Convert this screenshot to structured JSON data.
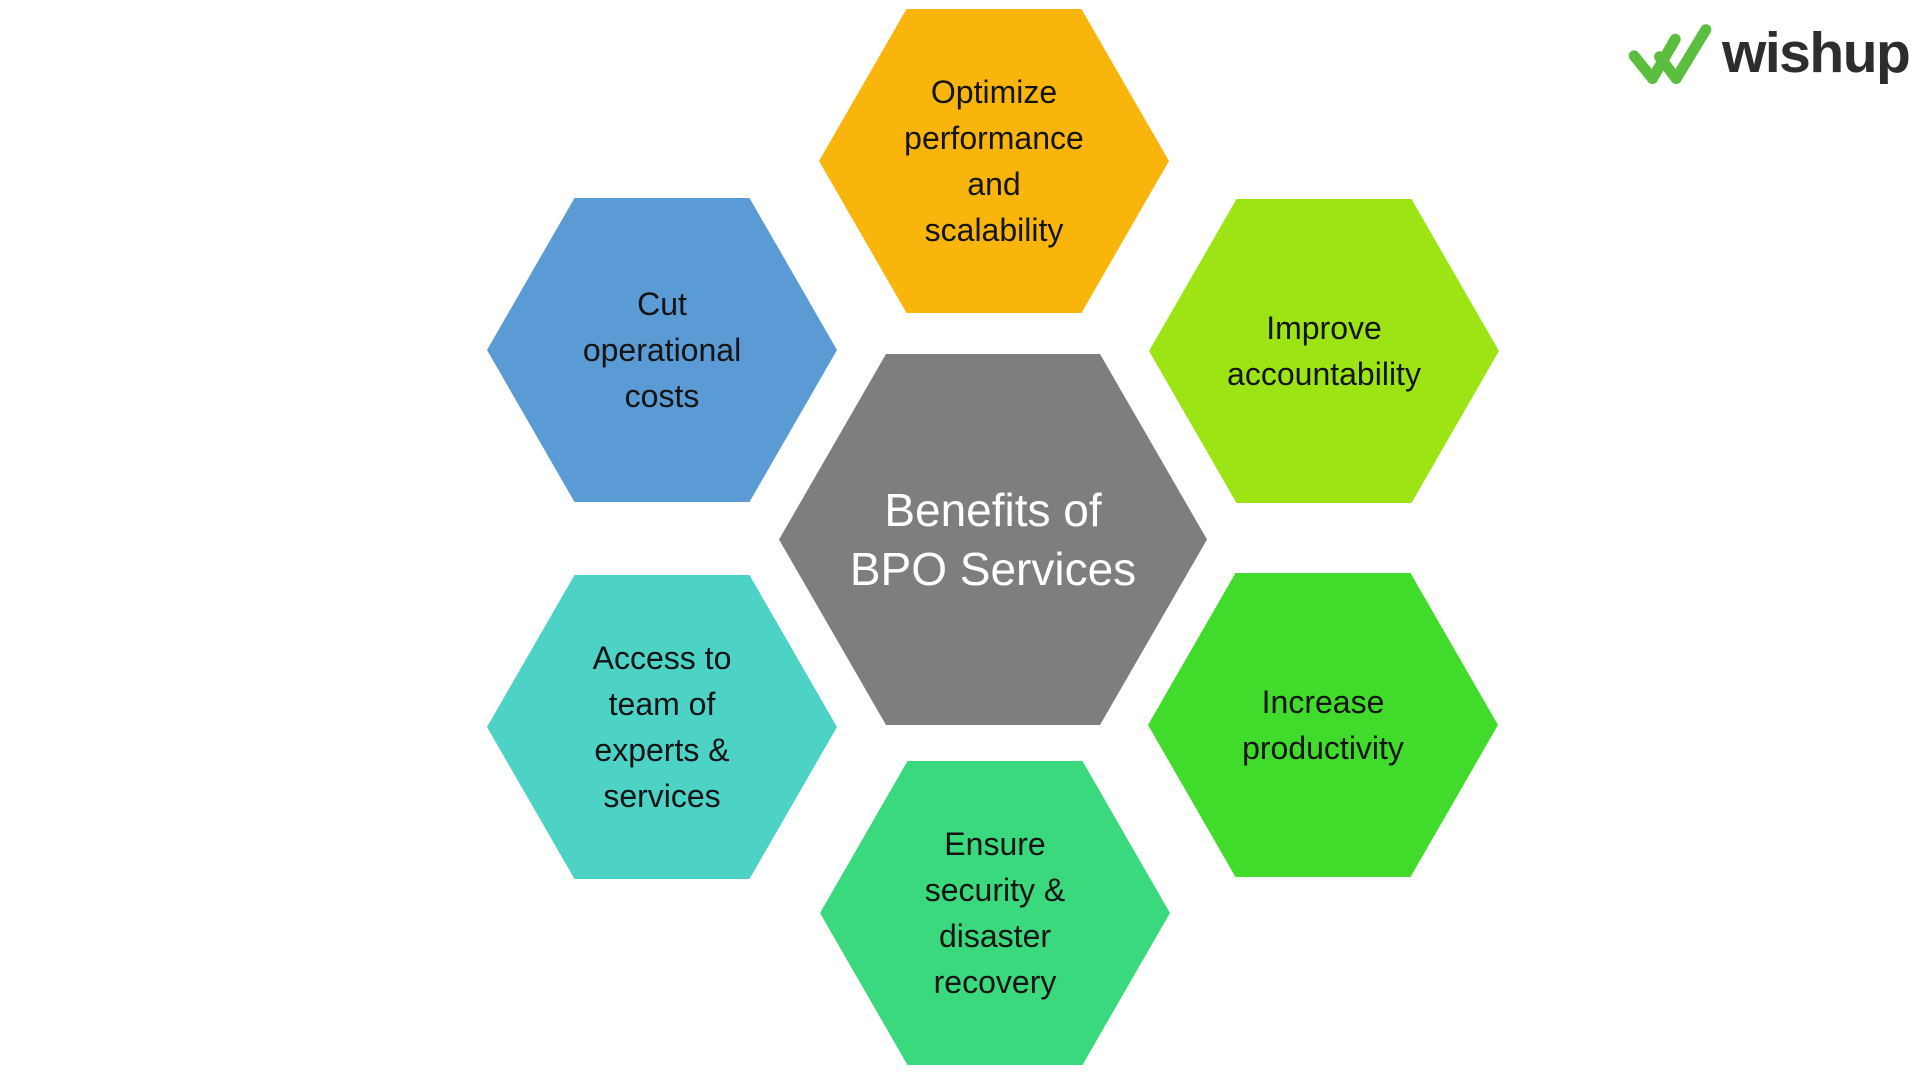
{
  "page": {
    "background_color": "#FFFFFF"
  },
  "brand": {
    "name": "wishup",
    "mark_icon": "double-checkmark",
    "mark_color": "#5CBE3E",
    "wordmark_color": "#2D2D2D"
  },
  "diagram": {
    "title": "Benefits of BPO Services",
    "center": {
      "text": "Benefits of\nBPO Services",
      "color": "#7E7E7E",
      "text_color": "#FFFFFF"
    },
    "items": [
      {
        "position": "top",
        "text": "Optimize\nperformance\nand\nscalability",
        "color": "#F9B50C",
        "text_color": "#141414"
      },
      {
        "position": "upper-right",
        "text": "Improve\naccountability",
        "color": "#9DE414",
        "text_color": "#141414"
      },
      {
        "position": "lower-right",
        "text": "Increase\nproductivity",
        "color": "#41DB2B",
        "text_color": "#141414"
      },
      {
        "position": "bottom",
        "text": "Ensure\nsecurity &\ndisaster\nrecovery",
        "color": "#3BD97D",
        "text_color": "#141414"
      },
      {
        "position": "lower-left",
        "text": "Access to\nteam of\nexperts &\nservices",
        "color": "#4CD3C6",
        "text_color": "#141414"
      },
      {
        "position": "upper-left",
        "text": "Cut\noperational\ncosts",
        "color": "#5B9BD5",
        "text_color": "#141414"
      }
    ]
  }
}
